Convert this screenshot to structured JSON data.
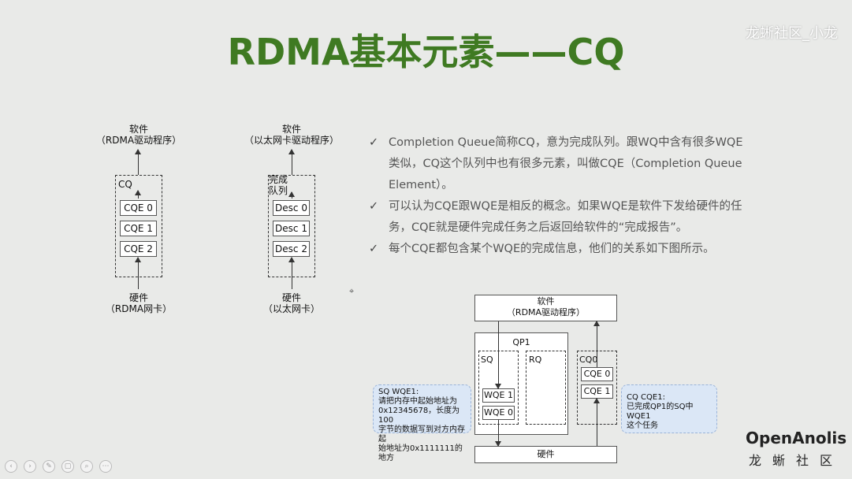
{
  "title": "RDMA基本元素——CQ",
  "watermark": "龙蜥社区_小龙",
  "left_diagram": {
    "top_label_1": "软件",
    "top_label_2": "（RDMA驱动程序）",
    "queue_label": "CQ",
    "cells": [
      "CQE 0",
      "CQE 1",
      "CQE 2"
    ],
    "bottom_label_1": "硬件",
    "bottom_label_2": "（RDMA网卡）"
  },
  "mid_diagram": {
    "top_label_1": "软件",
    "top_label_2": "（以太网卡驱动程序）",
    "queue_label_1": "完成",
    "queue_label_2": "队列",
    "cells": [
      "Desc 0",
      "Desc 1",
      "Desc 2"
    ],
    "bottom_label_1": "硬件",
    "bottom_label_2": "（以太网卡）"
  },
  "bullets": [
    "Completion Queue简称CQ，意为完成队列。跟WQ中含有很多WQE类似，CQ这个队列中也有很多元素，叫做CQE（Completion Queue Element）。",
    "可以认为CQE跟WQE是相反的概念。如果WQE是软件下发给硬件的任务，CQE就是硬件完成任务之后返回给软件的“完成报告”。",
    "每个CQE都包含某个WQE的完成信息，他们的关系如下图所示。"
  ],
  "bottom_diagram": {
    "software_1": "软件",
    "software_2": "（RDMA驱动程序）",
    "qp_label": "QP1",
    "sq_label": "SQ",
    "rq_label": "RQ",
    "sq_cells": [
      "WQE 1",
      "WQE 0"
    ],
    "cq_label": "CQ0",
    "cq_cells": [
      "CQE 0",
      "CQE 1"
    ],
    "hardware": "硬件",
    "note_left": [
      "SQ WQE1:",
      "请把内存中起始地址为",
      "0x12345678，长度为100",
      "字节的数据写到对方内存起",
      "始地址为0x1111111的地方"
    ],
    "note_right": [
      "CQ CQE1:",
      "已完成QP1的SQ中WQE1",
      "这个任务"
    ]
  },
  "logo": {
    "line1": "OpenAnolis",
    "line2": "龙蜥社区"
  }
}
